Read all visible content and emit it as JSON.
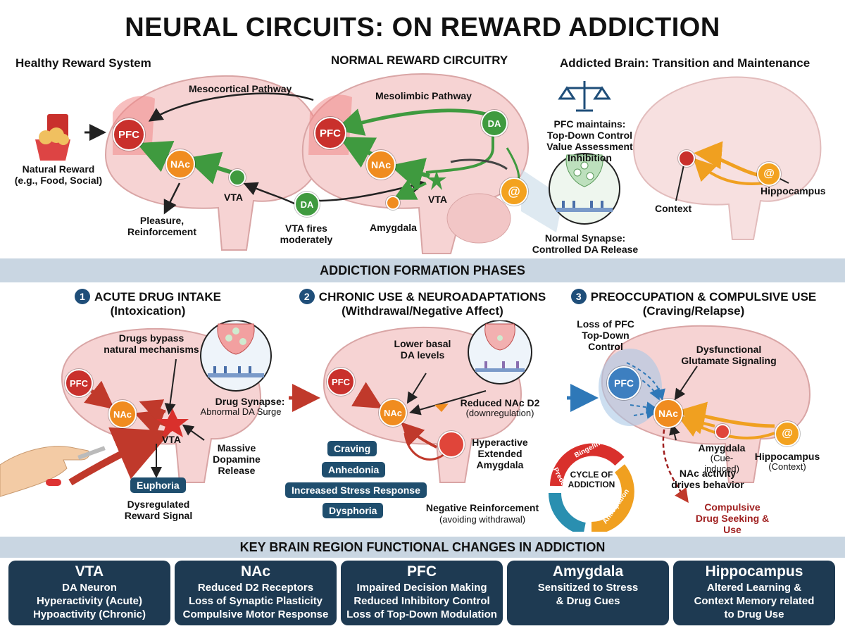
{
  "title": "NEURAL CIRCUITS: ON REWARD ADDICTION",
  "top": {
    "left_heading": "Healthy Reward System",
    "center_heading": "NORMAL REWARD CIRCUITRY",
    "right_heading": "Addicted Brain: Transition and Maintenance",
    "natural_reward": "Natural Reward\n(e.g., Food, Social)",
    "mesocortical": "Mesocortical Pathway",
    "mesolimbic": "Mesolimbic Pathway",
    "pleasure": "Pleasure,\nReinforcement",
    "vta_fires": "VTA fires\nmoderately",
    "amygdala": "Amygdala",
    "pfc_maintains": "PFC maintains:\nTop-Down Control\nValue Assessment\nInhibition",
    "normal_synapse": "Normal Synapse:\nControlled DA Release",
    "context": "Context",
    "hippocampus": "Hippocampus",
    "node_pfc": "PFC",
    "node_nac": "NAc",
    "node_vta": "VTA",
    "node_da": "DA"
  },
  "band1": "ADDICTION FORMATION PHASES",
  "phase1": {
    "num": "1",
    "title": "ACUTE DRUG INTAKE",
    "subtitle": "(Intoxication)",
    "bypass": "Drugs bypass\nnatural mechanisms",
    "drug_synapse_title": "Drug Synapse:",
    "drug_synapse_text": "Abnormal DA Surge",
    "massive": "Massive\nDopamine\nRelease",
    "euphoria": "Euphoria",
    "dysregulated": "Dysregulated\nReward Signal"
  },
  "phase2": {
    "num": "2",
    "title": "CHRONIC USE & NEUROADAPTATIONS",
    "subtitle": "(Withdrawal/Negative Affect)",
    "lower_basal": "Lower basal\nDA levels",
    "reduced_d2": "Reduced NAc D2",
    "downregulation": "(downregulation)",
    "hyperactive": "Hyperactive\nExtended\nAmygdala",
    "symptoms": [
      "Craving",
      "Anhedonia",
      "Increased Stress Response",
      "Dysphoria"
    ],
    "neg_reinf": "Negative Reinforcement",
    "avoiding": "(avoiding withdrawal)"
  },
  "phase3": {
    "num": "3",
    "title": "PREOCCUPATION & COMPULSIVE USE",
    "subtitle": "(Craving/Relapse)",
    "loss_pfc": "Loss of PFC\nTop-Down\nControl",
    "dysfunctional": "Dysfunctional\nGlutamate Signaling",
    "amygdala": "Amygdala",
    "cue_induced": "(Cue-induced)",
    "hippocampus": "Hippocampus",
    "context": "(Context)",
    "nac_drives": "NAc activity\ndrives behavior",
    "compulsive": "Compulsive\nDrug Seeking & Use",
    "cycle_center": "CYCLE OF\nADDICTION",
    "cycle_binge": "Binge/Intoxication",
    "cycle_anticipation": "Anticipation",
    "cycle_preoccupation": "Preoccupation"
  },
  "band2": "KEY BRAIN REGION FUNCTIONAL CHANGES IN ADDICTION",
  "cards": [
    {
      "title": "VTA",
      "lines": "DA Neuron\nHyperactivity (Acute)\nHypoactivity (Chronic)"
    },
    {
      "title": "NAc",
      "lines": "Reduced D2 Receptors\nLoss of Synaptic Plasticity\nCompulsive Motor Response"
    },
    {
      "title": "PFC",
      "lines": "Impaired Decision Making\nReduced Inhibitory Control\nLoss of Top-Down Modulation"
    },
    {
      "title": "Amygdala",
      "lines": "Sensitized to Stress\n& Drug Cues"
    },
    {
      "title": "Hippocampus",
      "lines": "Altered Learning &\nContext Memory related\nto Drug Use"
    }
  ],
  "colors": {
    "pfc": "#c9302c",
    "nac": "#f08c1f",
    "da": "#3f9a3f",
    "band": "#c9d6e2",
    "card": "#1e3a52"
  }
}
